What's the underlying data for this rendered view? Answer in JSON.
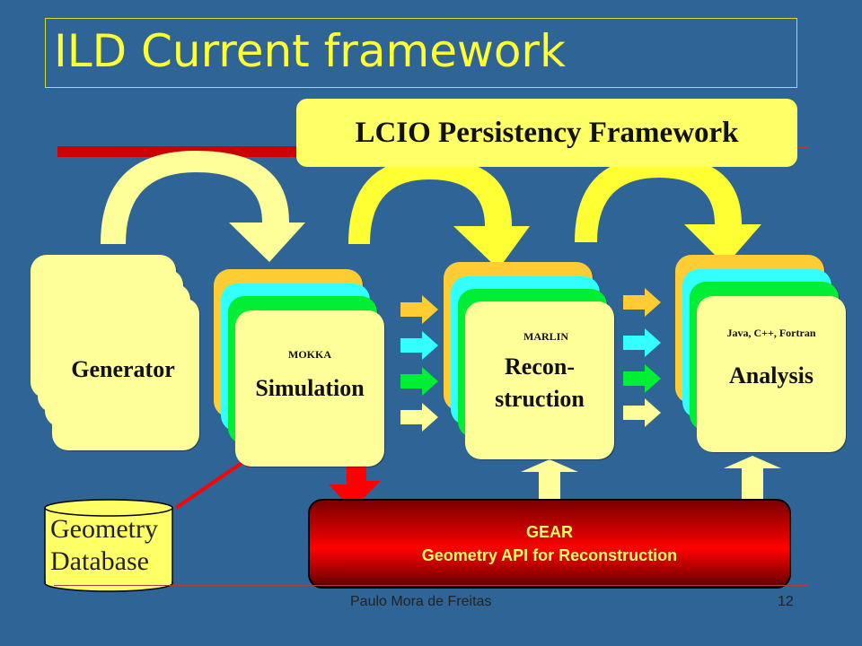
{
  "title": "ILD Current framework",
  "lcio": "LCIO Persistency Framework",
  "stages": {
    "generator": {
      "label": "Generator"
    },
    "simulation": {
      "tool": "MOKKA",
      "label": "Simulation"
    },
    "reconstruction": {
      "tool": "MARLIN",
      "label_line1": "Recon-",
      "label_line2": "struction"
    },
    "analysis": {
      "tool": "Java, C++, Fortran",
      "label": "Analysis"
    }
  },
  "gear": {
    "line1": "GEAR",
    "line2": "Geometry API for Reconstruction"
  },
  "geometry_db": {
    "line1": "Geometry",
    "line2": "Database"
  },
  "footer": {
    "author": "Paulo Mora de Freitas",
    "page": "12"
  },
  "colors": {
    "background": "#2f6496",
    "title": "#ffff33",
    "card": "#ffff99",
    "card_orange": "#ffcc33",
    "card_cyan": "#33ffff",
    "card_green": "#00ee33",
    "lcio": "#ffff66",
    "gear_red": "#cc0000",
    "gear_text": "#ffff66"
  }
}
